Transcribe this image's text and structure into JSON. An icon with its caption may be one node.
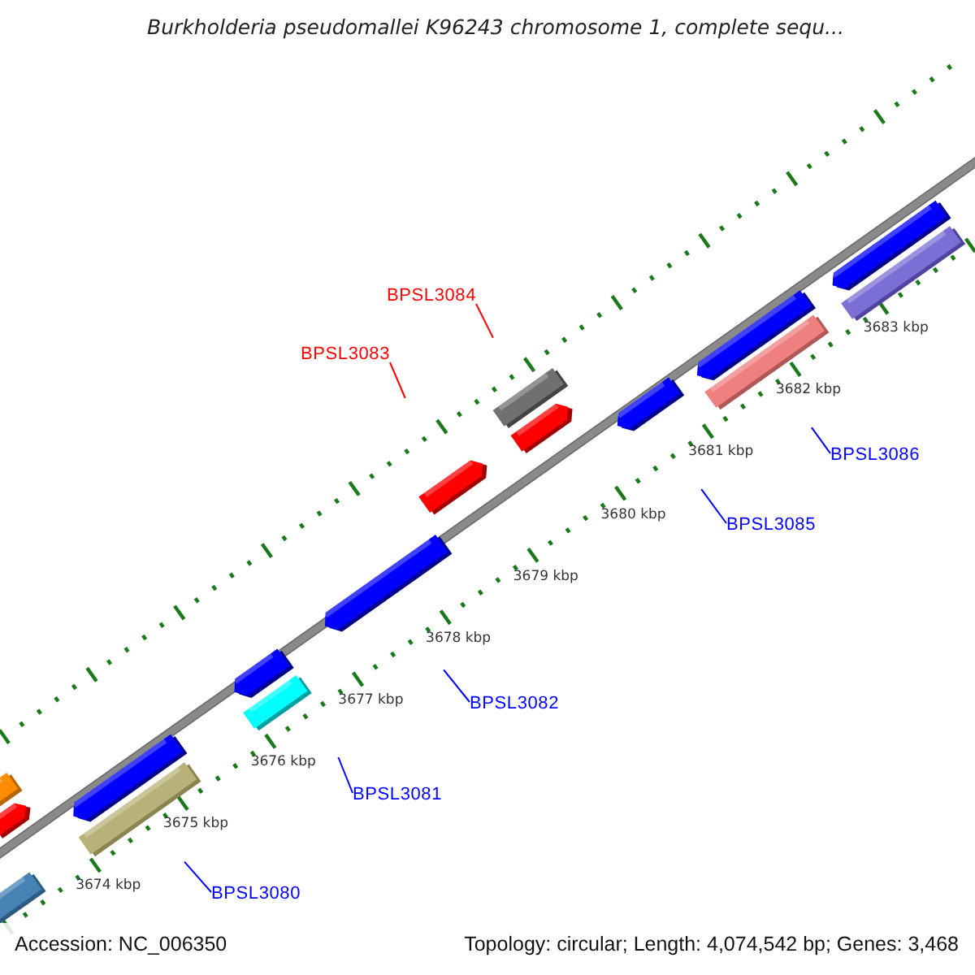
{
  "diagram": {
    "title": "Burkholderia pseudomallei K96243 chromosome 1, complete sequ...",
    "nodes": [
      {
        "text": [
          "BPSL3084"
        ]
      },
      {
        "text": [
          "BPSL3083"
        ]
      },
      {
        "text": [
          "BPSL3086"
        ]
      },
      {
        "text": [
          "BPSL3085"
        ]
      },
      {
        "text": [
          "BPSL3082"
        ]
      },
      {
        "text": [
          "BPSL3081"
        ]
      },
      {
        "text": [
          "BPSL3080"
        ]
      }
    ],
    "edges": [
      {
        "from": 0,
        "to": null,
        "arrow": "none",
        "color": "#ff0000"
      },
      {
        "from": 1,
        "to": null,
        "arrow": "none",
        "color": "#ff0000"
      },
      {
        "from": 2,
        "to": null,
        "arrow": "none"
      },
      {
        "from": 3,
        "to": null,
        "arrow": "none"
      },
      {
        "from": 4,
        "to": null,
        "arrow": "none"
      },
      {
        "from": 5,
        "to": null,
        "arrow": "none"
      },
      {
        "from": 6,
        "to": null,
        "arrow": "none"
      }
    ],
    "labels": [
      "3674 kbp",
      "3675 kbp",
      "3676 kbp",
      "3677 kbp",
      "3678 kbp",
      "3679 kbp",
      "3680 kbp",
      "3681 kbp",
      "3682 kbp",
      "3683 kbp",
      "Accession: NC_006350",
      "Topology: circular; Length: 4,074,542 bp; Genes: 3,468"
    ]
  }
}
